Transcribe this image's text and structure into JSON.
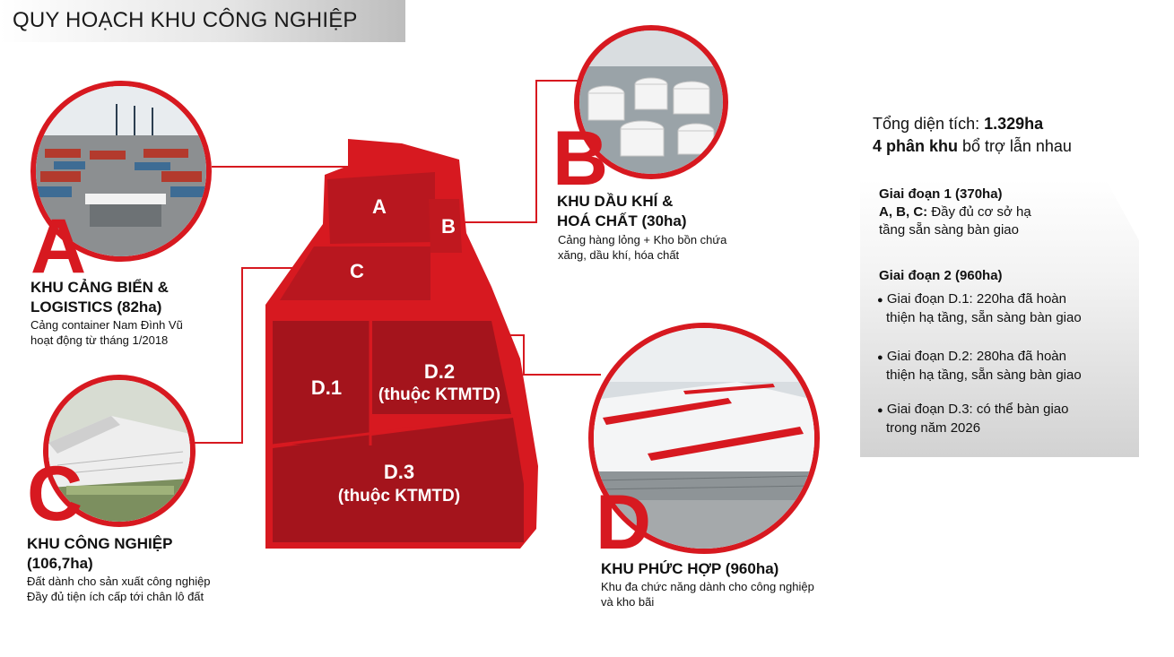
{
  "header": {
    "title": "QUY HOẠCH KHU CÔNG NGHIỆP"
  },
  "colors": {
    "accent": "#d71920",
    "zone_light": "#c8202a",
    "zone_dark": "#a4141c",
    "line": "#d71920"
  },
  "summary": {
    "line1_prefix": "Tổng diện tích: ",
    "line1_value": "1.329ha",
    "line2_bold": "4 phân khu",
    "line2_rest": " bổ trợ lẫn nhau"
  },
  "phases": {
    "phase1_title": "Giai đoạn 1 (370ha)",
    "phase1_bold": "A, B, C:",
    "phase1_text_a": " Đầy đủ cơ sở hạ",
    "phase1_text_b": "tầng sẵn sàng bàn giao",
    "phase2_title": "Giai đoạn 2 (960ha)",
    "bullet": "●",
    "d1_a": " Giai đoạn D.1: 220ha đã hoàn",
    "d1_b": "thiện hạ tầng, sẵn sàng bàn giao",
    "d2_a": " Giai đoạn D.2: 280ha đã hoàn",
    "d2_b": "thiện hạ tầng, sẵn sàng bàn giao",
    "d3_a": " Giai đoạn D.3: có thể bàn giao",
    "d3_b": "trong năm 2026"
  },
  "zones": {
    "A": {
      "letter": "A",
      "title_1": "KHU CẢNG BIỂN &",
      "title_2": "LOGISTICS ",
      "area": "(82ha)",
      "desc_1": "Cảng container Nam Đình Vũ",
      "desc_2": "hoạt động từ tháng 1/2018",
      "photo_icon": "port-container-photo-icon"
    },
    "B": {
      "letter": "B",
      "title_1": "KHU DẦU KHÍ &",
      "title_2": "HOÁ CHẤT ",
      "area": "(30ha)",
      "desc_1": "Cảng hàng lỏng + Kho bồn chứa",
      "desc_2": "xăng, dầu khí, hóa chất",
      "photo_icon": "oil-tank-photo-icon"
    },
    "C": {
      "letter": "C",
      "title_1": "KHU CÔNG NGHIỆP",
      "area": "(106,7ha)",
      "desc_1": "Đất dành cho sản xuất công nghiệp",
      "desc_2": "Đầy đủ tiện ích cấp tới chân lô đất",
      "photo_icon": "factory-photo-icon"
    },
    "D": {
      "letter": "D",
      "title_1": "KHU PHỨC HỢP (960ha)",
      "desc_1": "Khu đa chức năng dành cho công nghiệp",
      "desc_2": "và kho bãi",
      "photo_icon": "warehouse-photo-icon"
    }
  },
  "map_labels": {
    "A": "A",
    "B": "B",
    "C": "C",
    "D1": "D.1",
    "D2_a": "D.2",
    "D2_b": "(thuộc KTMTD)",
    "D3_a": "D.3",
    "D3_b": "(thuộc KTMTD)"
  }
}
